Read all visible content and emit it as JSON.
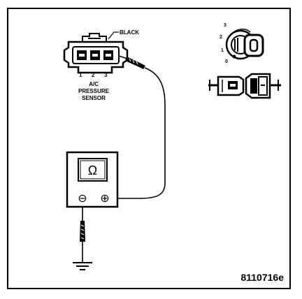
{
  "connector": {
    "wire_color_label": "BLACK",
    "pins": [
      "1",
      "2",
      "3"
    ],
    "sensor_label_lines": [
      "A/C",
      "PRESSURE",
      "SENSOR"
    ]
  },
  "ignition_switch": {
    "positions": [
      "3",
      "2",
      "1",
      "0"
    ]
  },
  "meter": {
    "unit_symbol": "Ω",
    "negative_terminal": "⊖",
    "positive_terminal": "⊕"
  },
  "figure_number": "8110716e"
}
